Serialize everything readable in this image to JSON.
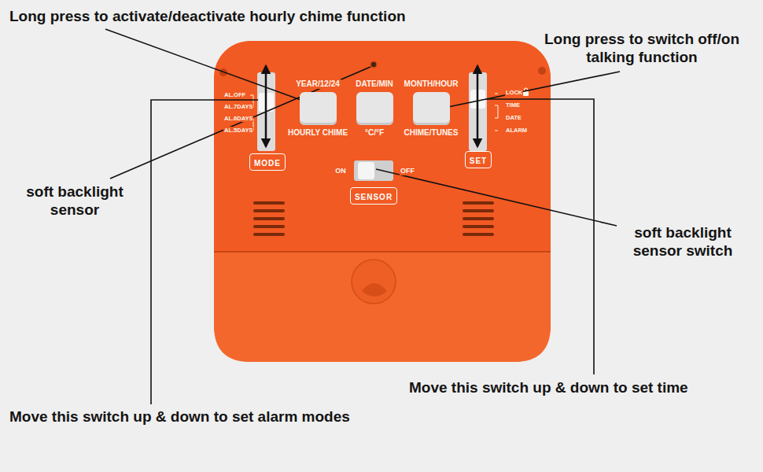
{
  "diagram": {
    "nodes": [
      {
        "text": [
          "YEAR/12/24",
          "HOURLY CHIME"
        ]
      },
      {
        "text": [
          "DATE/MIN",
          "°C/°F"
        ]
      },
      {
        "text": [
          "MONTH/HOUR",
          "CHIME/TUNES"
        ]
      },
      {
        "text": [
          "MODE"
        ]
      },
      {
        "text": [
          "SET"
        ]
      },
      {
        "text": [
          "SENSOR"
        ]
      }
    ],
    "labels": [
      "Long press to activate/deactivate hourly chime function",
      "Long press to switch off/on talking function",
      "soft backlight sensor",
      "soft backlight sensor switch",
      "Move this switch up & down to set time",
      "Move this switch up & down to set alarm modes",
      "AL.OFF",
      "AL.7DAYS",
      "AL.6DAYS",
      "AL.5DAYS",
      "LOCK",
      "TIME",
      "DATE",
      "ALARM",
      "ON",
      "OFF"
    ]
  }
}
